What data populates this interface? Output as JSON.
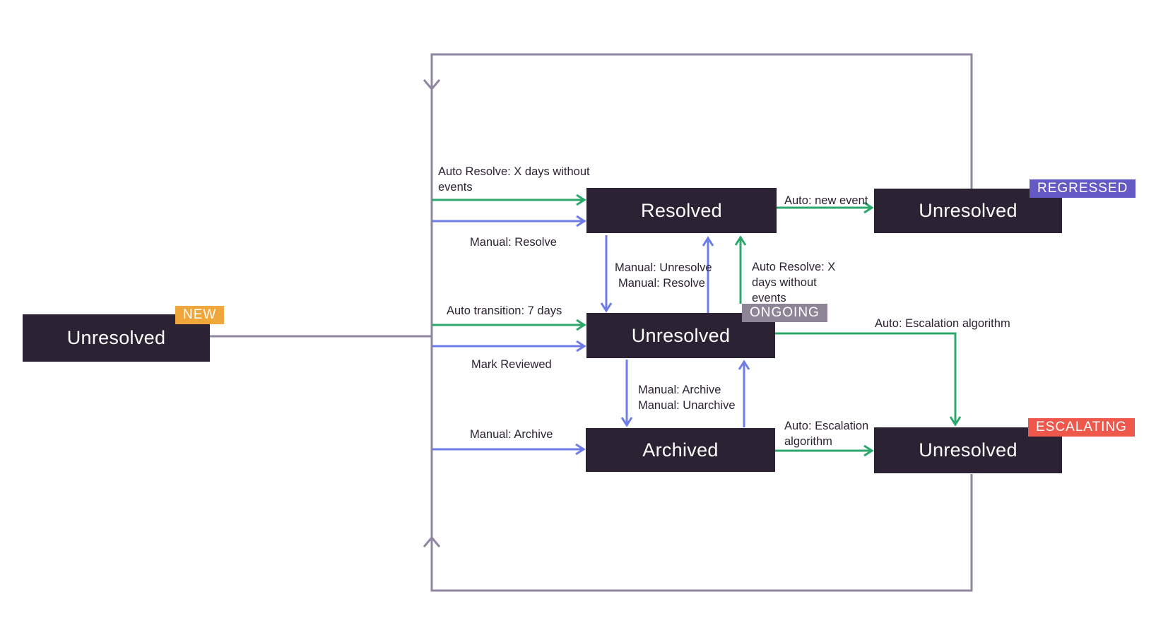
{
  "diagram_name": "issue-state-machine",
  "colors": {
    "background": "#ffffff",
    "node_bg": "#2b2233",
    "node_text": "#ffffff",
    "label_text": "#2b2233",
    "arrow_green": "#2da86c",
    "arrow_blue": "#6e7ce9",
    "loop_gray": "#8f87a2",
    "badge_new": "#efa73b",
    "badge_regressed": "#6459c5",
    "badge_ongoing": "#8d8496",
    "badge_escalating": "#ee584c"
  },
  "nodes": {
    "new": {
      "label": "Unresolved",
      "badge": "NEW"
    },
    "resolved": {
      "label": "Resolved"
    },
    "regressed": {
      "label": "Unresolved",
      "badge": "REGRESSED"
    },
    "ongoing": {
      "label": "Unresolved",
      "badge": "ONGOING"
    },
    "archived": {
      "label": "Archived"
    },
    "escalating": {
      "label": "Unresolved",
      "badge": "ESCALATING"
    }
  },
  "edges": {
    "auto_resolve_new": "Auto Resolve: X days without\nevents",
    "manual_resolve_new": "Manual: Resolve",
    "auto_transition": "Auto transition: 7 days",
    "mark_reviewed": "Mark Reviewed",
    "manual_archive_new": "Manual: Archive",
    "manual_unresolve": "Manual: Unresolve",
    "manual_resolve_ongoing": "Manual: Resolve",
    "auto_resolve_ongoing": "Auto Resolve: X\ndays without\nevents",
    "auto_new_event": "Auto: new event",
    "auto_escalation_ongoing": "Auto: Escalation algorithm",
    "manual_archive_ongoing": "Manual: Archive",
    "manual_unarchive": "Manual: Unarchive",
    "auto_escalation_archived": "Auto: Escalation\nalgorithm"
  }
}
